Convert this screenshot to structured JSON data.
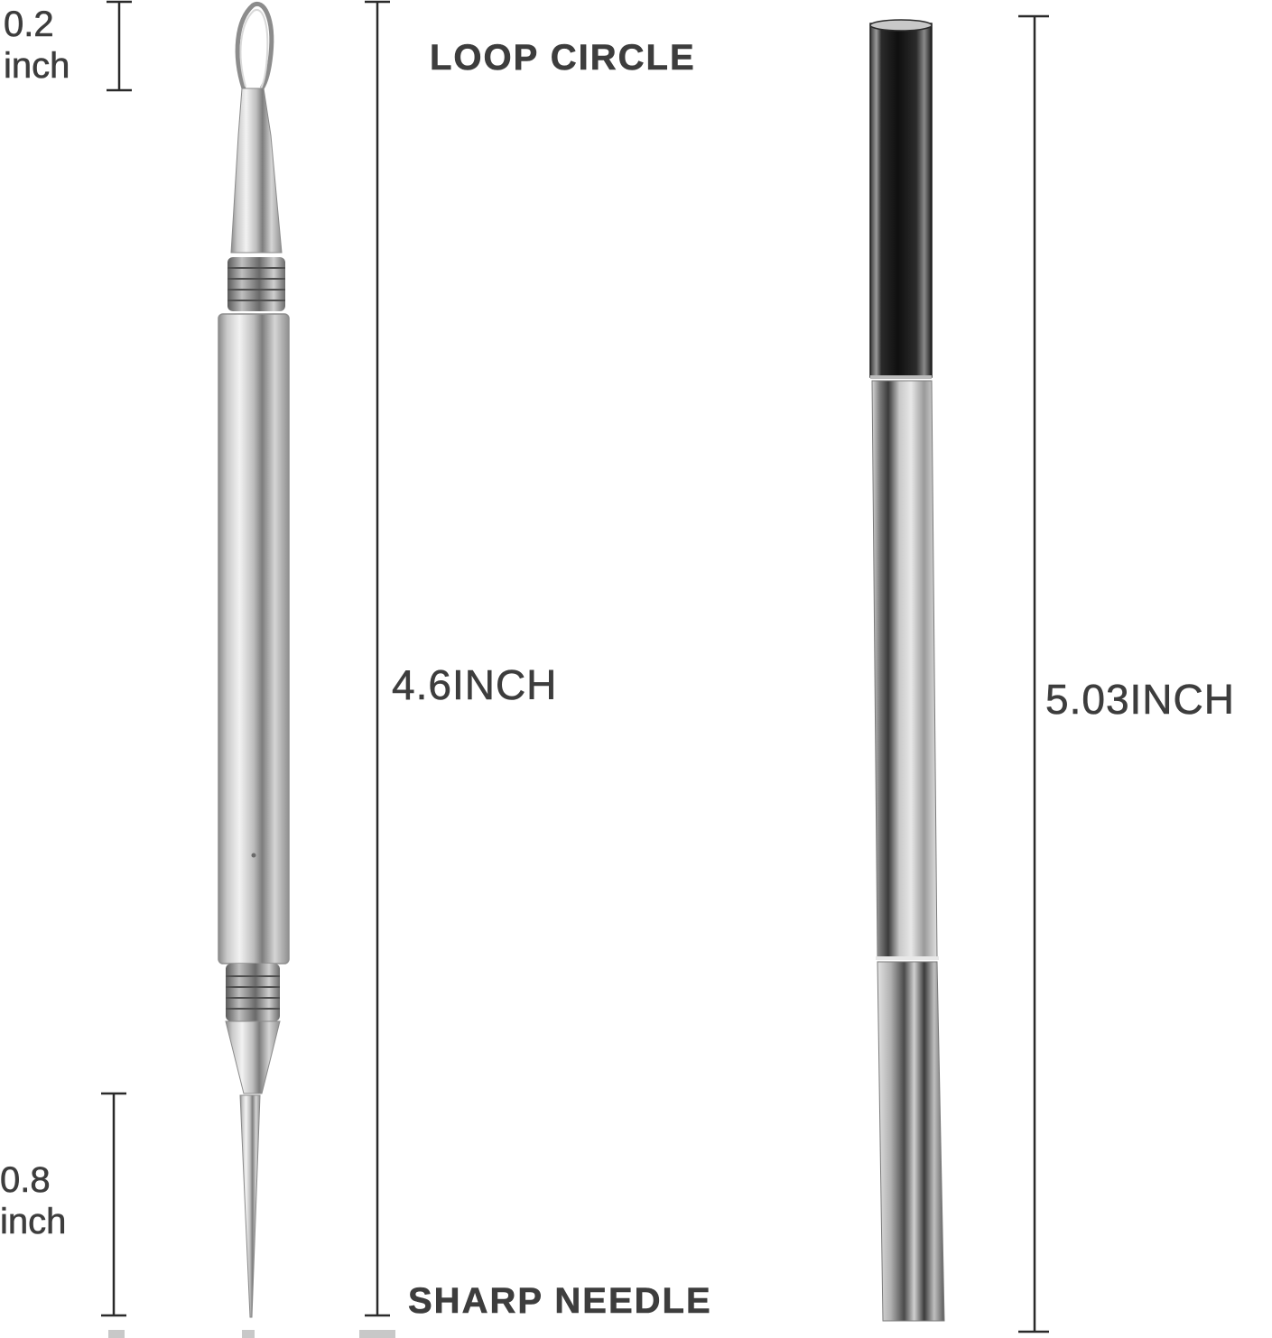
{
  "labels": {
    "loop_width": "0.2",
    "loop_width_unit": "inch",
    "needle_length": "0.8",
    "needle_length_unit": "inch",
    "tool_length": "4.6INCH",
    "case_length": "5.03INCH",
    "loop_end": "LOOP CIRCLE",
    "needle_end": "SHARP NEEDLE"
  },
  "colors": {
    "background": "#ffffff",
    "text": "#3d3d3d",
    "dimension_line": "#2a2a2a",
    "steel_light": "#e6e6e6",
    "steel_dark": "#6e6e6e",
    "case_dark": "#1a1a1a"
  }
}
